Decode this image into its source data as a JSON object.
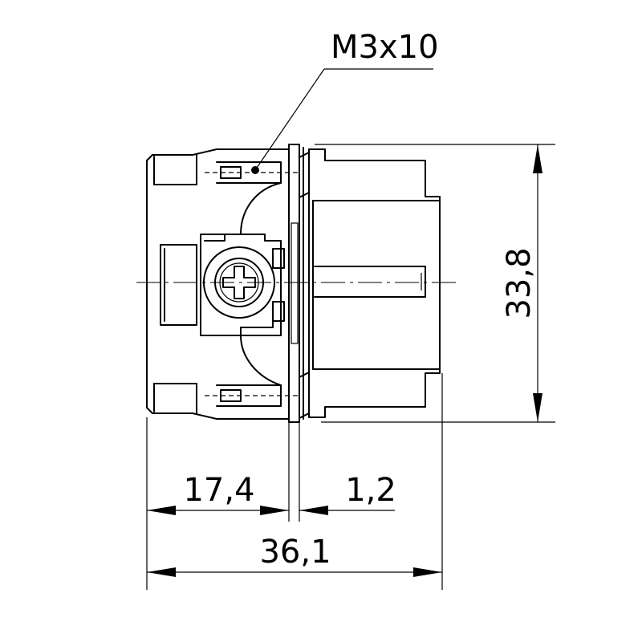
{
  "callout": {
    "screw_label": "M3x10"
  },
  "dimensions": {
    "height": "33,8",
    "depth_front": "17,4",
    "flange": "1,2",
    "overall_length": "36,1"
  }
}
